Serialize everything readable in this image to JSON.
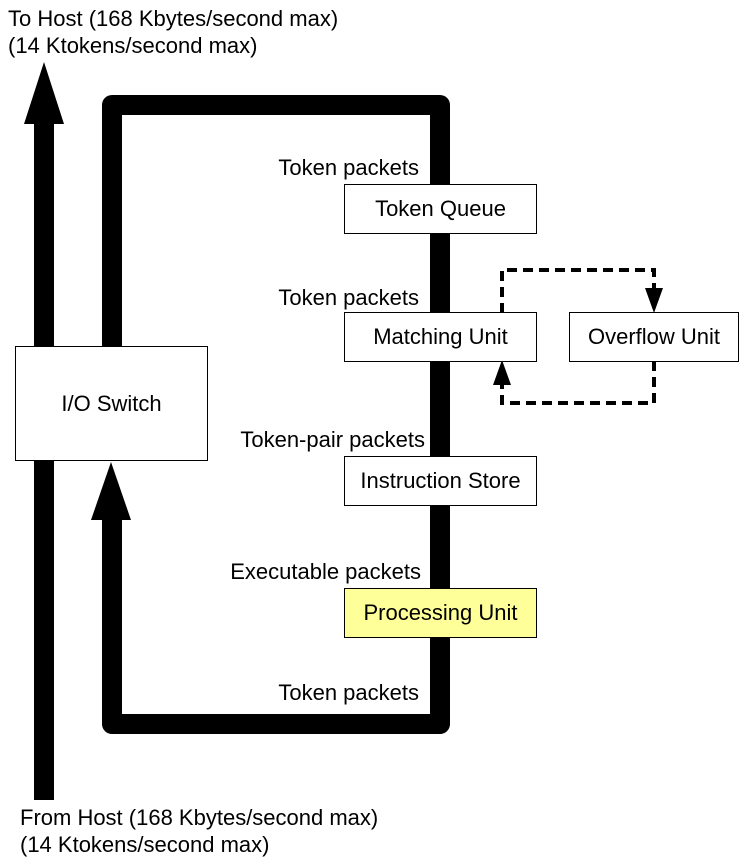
{
  "host": {
    "to_line1": "To Host (168 Kbytes/second max)",
    "to_line2": "(14 Ktokens/second max)",
    "from_line1": "From Host (168 Kbytes/second max)",
    "from_line2": "(14 Ktokens/second max)"
  },
  "boxes": {
    "io_switch": "I/O Switch",
    "token_queue": "Token Queue",
    "matching_unit": "Matching Unit",
    "overflow_unit": "Overflow Unit",
    "instruction_store": "Instruction Store",
    "processing_unit": "Processing Unit"
  },
  "flow_labels": {
    "into_queue": "Token packets",
    "into_matching": "Token packets",
    "into_instruction": "Token-pair packets",
    "into_processing": "Executable packets",
    "out_processing": "Token packets"
  },
  "colors": {
    "processing_unit_fill": "#ffff99",
    "line": "#000000"
  }
}
